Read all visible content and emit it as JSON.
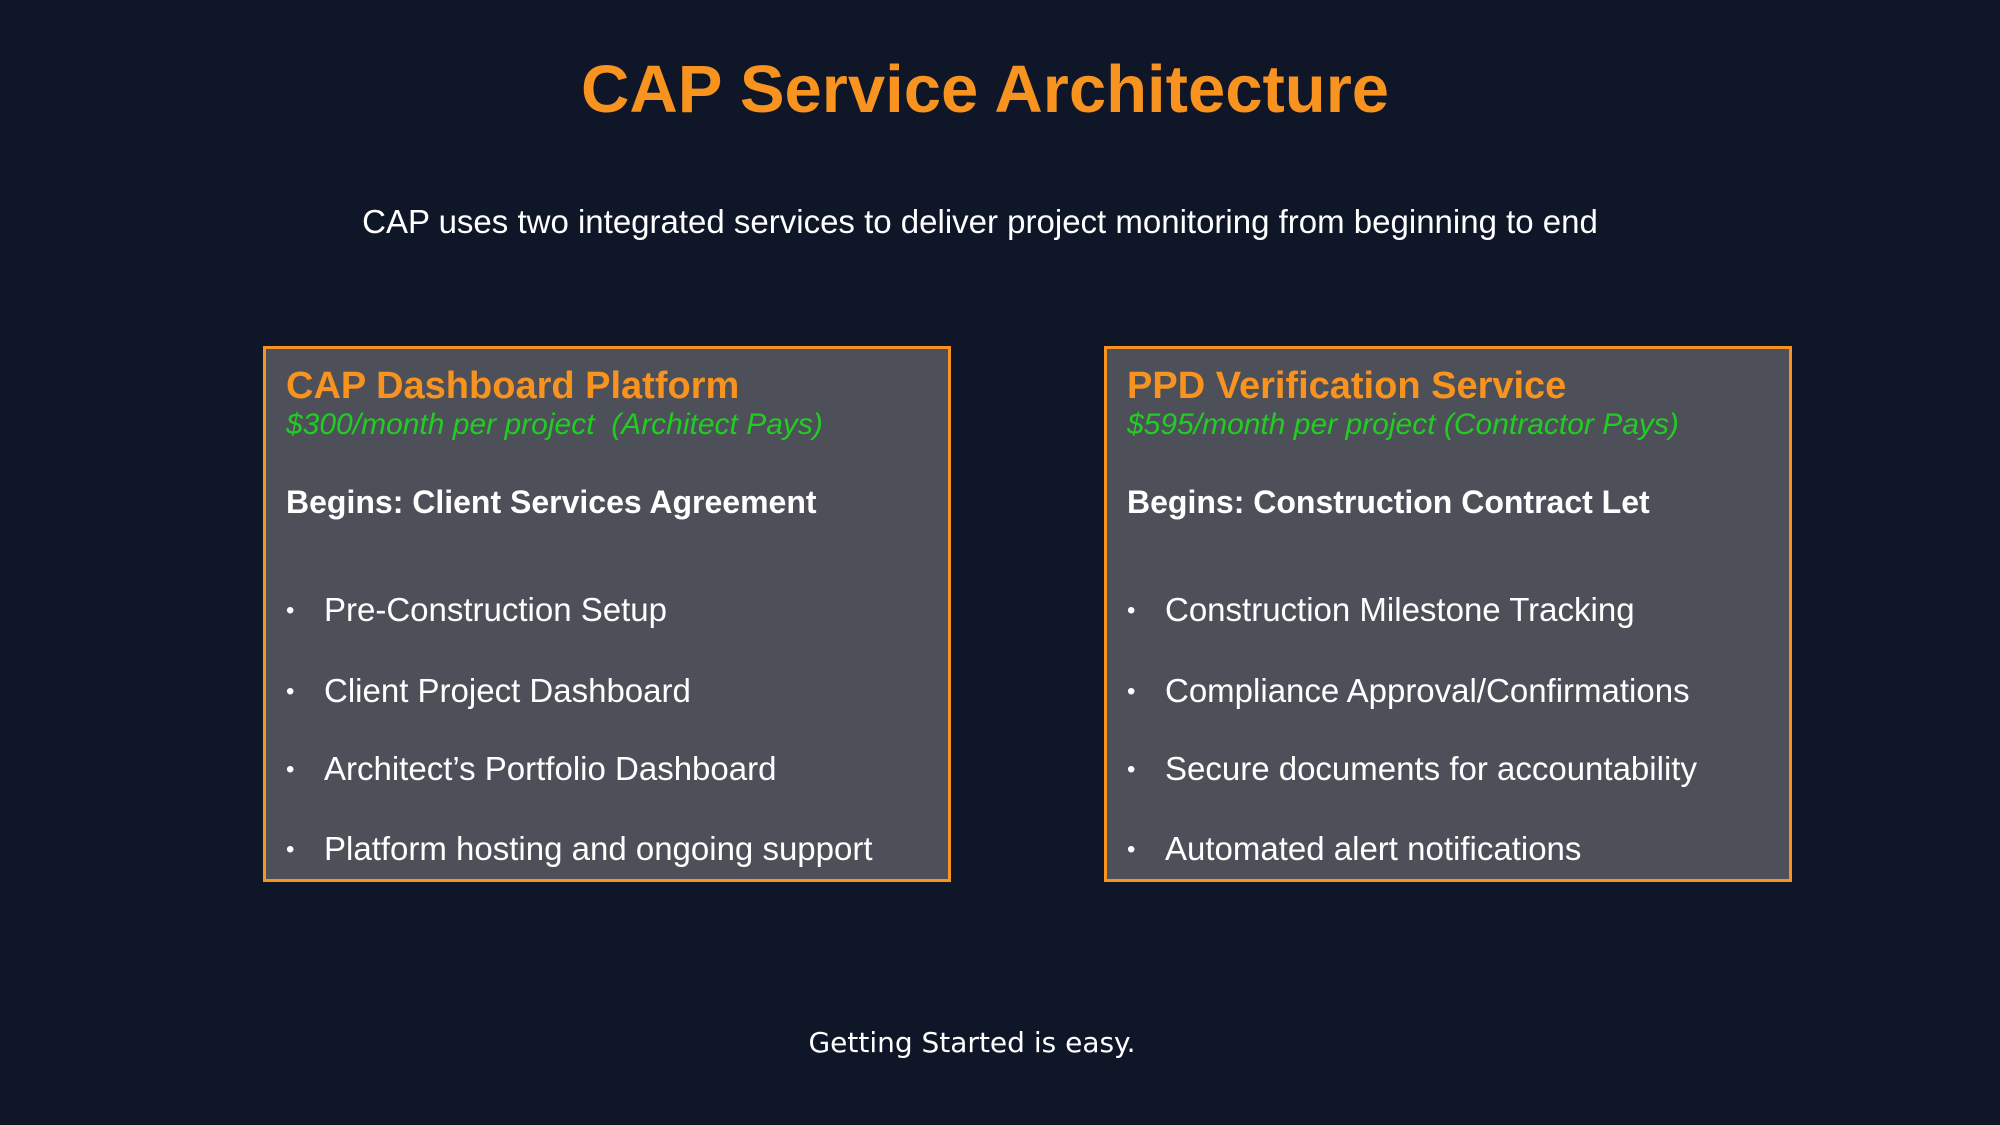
{
  "slide": {
    "title": "CAP Service Architecture",
    "subtitle": "CAP uses two integrated services to deliver project monitoring from beginning to end",
    "footer": "Getting Started is easy."
  },
  "colors": {
    "background": "#0f1628",
    "accent": "#f7931e",
    "price": "#22cc22",
    "card_background": "#4d5058",
    "text": "#ffffff"
  },
  "cards": [
    {
      "title": "CAP Dashboard Platform",
      "price": "$300/month per project  (Architect Pays)",
      "begins": "Begins: Client Services Agreement",
      "items": [
        "Pre-Construction Setup",
        "Client Project Dashboard",
        "Architect’s Portfolio Dashboard",
        "Platform hosting and ongoing support"
      ]
    },
    {
      "title": "PPD Verification Service",
      "price": "$595/month per project (Contractor Pays)",
      "begins": "Begins: Construction Contract Let",
      "items": [
        "Construction Milestone Tracking",
        "Compliance Approval/Confirmations",
        "Secure documents for accountability",
        "Automated alert notifications"
      ]
    }
  ]
}
